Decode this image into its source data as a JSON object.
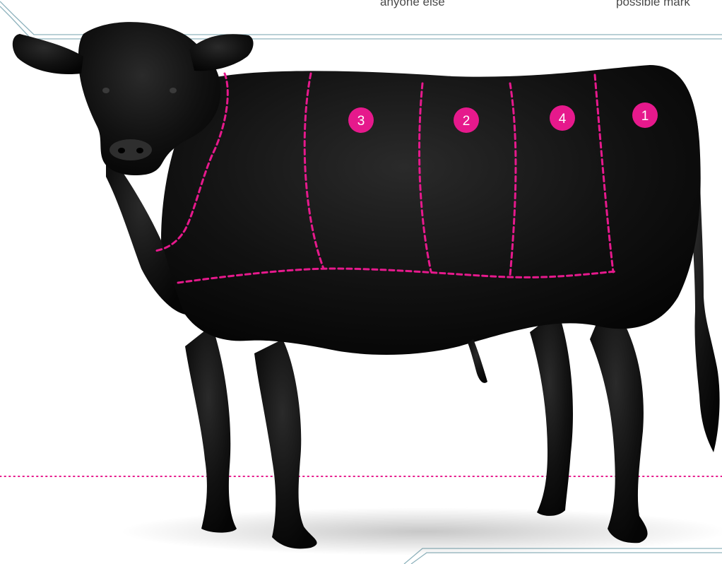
{
  "top_text": {
    "left": "anyone else",
    "right": "possible mark"
  },
  "cut_numbers": [
    "3",
    "2",
    "4",
    "1"
  ],
  "colors": {
    "accent": "#e6198c",
    "frame_line": "#8fb3bd",
    "cow": "#0d0d0d",
    "background": "#ffffff"
  }
}
